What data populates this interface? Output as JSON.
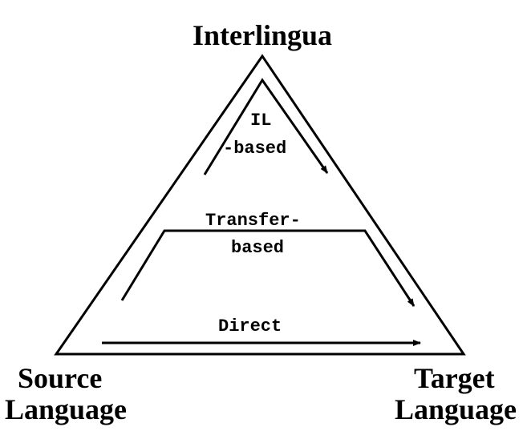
{
  "apex_label": "Interlingua",
  "source_label": {
    "line1": "Source",
    "line2": "Language"
  },
  "target_label": {
    "line1": "Target",
    "line2": "Language"
  },
  "paths": {
    "il_based": {
      "line1": "IL",
      "line2": "-based"
    },
    "transfer_based": {
      "line1": "Transfer-",
      "line2": "based"
    },
    "direct": "Direct"
  },
  "colors": {
    "ink": "#000000",
    "background": "#ffffff"
  }
}
